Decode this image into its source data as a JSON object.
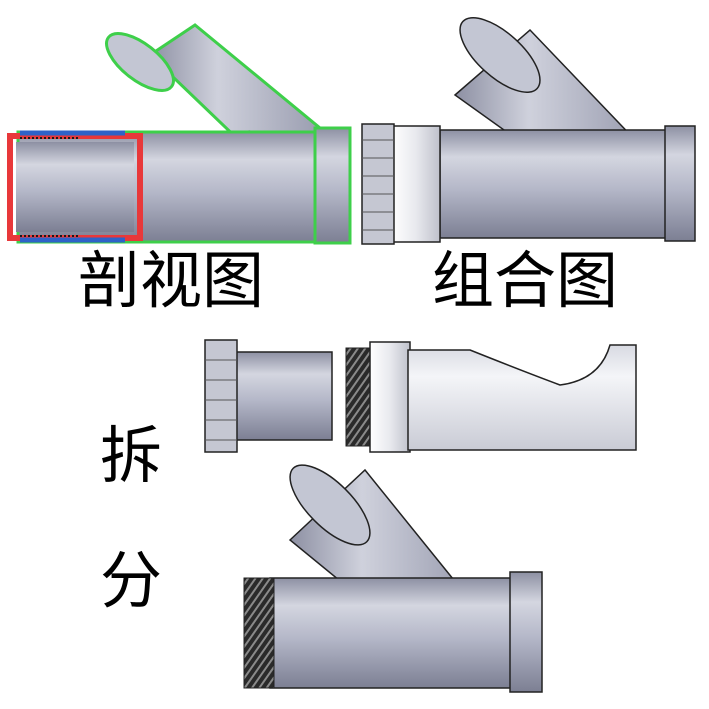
{
  "labels": {
    "section_view": "剖视图",
    "assembly_view": "组合图",
    "exploded_char_1": "拆",
    "exploded_char_2": "分"
  },
  "colors": {
    "pipe_body": "#b6b9c9",
    "pipe_light": "#eceef3",
    "pipe_dark": "#6e7184",
    "section_red": "#e8383a",
    "section_green": "#3ecf4a",
    "section_blue": "#2e62c8",
    "thread_dark": "#1a1a1a",
    "nut_white": "#f4f4f6",
    "text": "#000000"
  }
}
